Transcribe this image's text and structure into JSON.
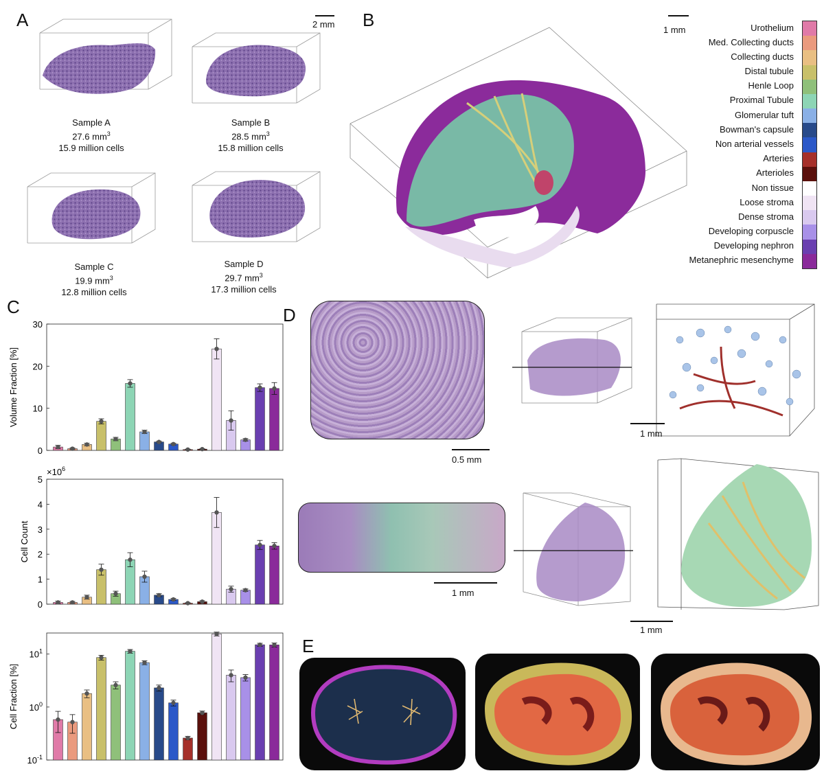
{
  "panels": {
    "a": "A",
    "b": "B",
    "c": "C",
    "d": "D",
    "e": "E"
  },
  "panel_a": {
    "scale_label": "2 mm",
    "samples": [
      {
        "name": "Sample A",
        "volume": "27.6 mm",
        "sup": "3",
        "cells": "15.9 million cells"
      },
      {
        "name": "Sample B",
        "volume": "28.5 mm",
        "sup": "3",
        "cells": "15.8 million cells"
      },
      {
        "name": "Sample C",
        "volume": "19.9 mm",
        "sup": "3",
        "cells": "12.8 million cells"
      },
      {
        "name": "Sample D",
        "volume": "29.7 mm",
        "sup": "3",
        "cells": "17.3 million cells"
      }
    ]
  },
  "panel_b": {
    "scale_label": "1 mm",
    "legend": [
      {
        "label": "Urothelium",
        "color": "#e07aa8"
      },
      {
        "label": "Med. Collecting ducts",
        "color": "#ea9a7e"
      },
      {
        "label": "Collecting ducts",
        "color": "#e9bf83"
      },
      {
        "label": "Distal tubule",
        "color": "#c8c06a"
      },
      {
        "label": "Henle Loop",
        "color": "#8fc07a"
      },
      {
        "label": "Proximal Tubule",
        "color": "#8dd5b5"
      },
      {
        "label": "Glomerular tuft",
        "color": "#8ab0e6"
      },
      {
        "label": "Bowman's capsule",
        "color": "#284a8a"
      },
      {
        "label": "Non arterial vessels",
        "color": "#2b58c8"
      },
      {
        "label": "Arteries",
        "color": "#a6302a"
      },
      {
        "label": "Arterioles",
        "color": "#5a100c"
      },
      {
        "label": "Non tissue",
        "color": "#ffffff"
      },
      {
        "label": "Loose stroma",
        "color": "#f0e4f4"
      },
      {
        "label": "Dense stroma",
        "color": "#d9c9ef"
      },
      {
        "label": "Developing corpuscle",
        "color": "#a890e8"
      },
      {
        "label": "Developing nephron",
        "color": "#6a3fb0"
      },
      {
        "label": "Metanephric mesenchyme",
        "color": "#8a2a9a"
      }
    ]
  },
  "panel_d": {
    "scale_top_left": "0.5 mm",
    "scale_top_right": "1 mm",
    "scale_bottom_left": "1 mm",
    "scale_bottom_right": "1 mm"
  },
  "chart_data": [
    {
      "type": "bar",
      "ylabel": "Volume Fraction [%]",
      "ylim": [
        0,
        30
      ],
      "yticks": [
        "0",
        "10",
        "20",
        "30"
      ],
      "values": [
        0.8,
        0.4,
        1.4,
        6.9,
        2.7,
        15.9,
        4.4,
        2.0,
        1.5,
        0.2,
        0.3,
        24.1,
        7.1,
        2.5,
        14.9,
        14.7
      ],
      "errors": [
        0.4,
        0.2,
        0.3,
        0.6,
        0.4,
        0.9,
        0.4,
        0.2,
        0.2,
        0.1,
        0.1,
        2.4,
        2.3,
        0.3,
        0.9,
        1.4
      ]
    },
    {
      "type": "bar",
      "ylabel": "Cell Count",
      "multiplier": "×10",
      "multiplier_exp": "6",
      "ylim": [
        0,
        5
      ],
      "yticks": [
        "0",
        "1",
        "2",
        "3",
        "4",
        "5"
      ],
      "values": [
        0.07,
        0.07,
        0.28,
        1.38,
        0.42,
        1.78,
        1.1,
        0.36,
        0.19,
        0.04,
        0.1,
        3.67,
        0.6,
        0.56,
        2.37,
        2.33
      ],
      "errors": [
        0.05,
        0.04,
        0.08,
        0.22,
        0.1,
        0.28,
        0.22,
        0.06,
        0.04,
        0.02,
        0.04,
        0.6,
        0.12,
        0.05,
        0.18,
        0.13
      ]
    },
    {
      "type": "bar",
      "scale": "log",
      "ylabel": "Cell Fraction [%]",
      "ylim": [
        0.1,
        25
      ],
      "yticks": [
        {
          "base": "10",
          "exp": "-1",
          "value": 0.1
        },
        {
          "base": "10",
          "exp": "0",
          "value": 1
        },
        {
          "base": "10",
          "exp": "1",
          "value": 10
        }
      ],
      "values": [
        0.58,
        0.52,
        1.8,
        8.6,
        2.6,
        11.3,
        6.9,
        2.3,
        1.2,
        0.26,
        0.78,
        24.0,
        4.0,
        3.6,
        15.0,
        14.9
      ],
      "errors": [
        0.25,
        0.2,
        0.3,
        0.9,
        0.4,
        0.9,
        0.6,
        0.3,
        0.15,
        0.02,
        0.06,
        2.0,
        1.0,
        0.5,
        1.0,
        1.3
      ]
    }
  ]
}
